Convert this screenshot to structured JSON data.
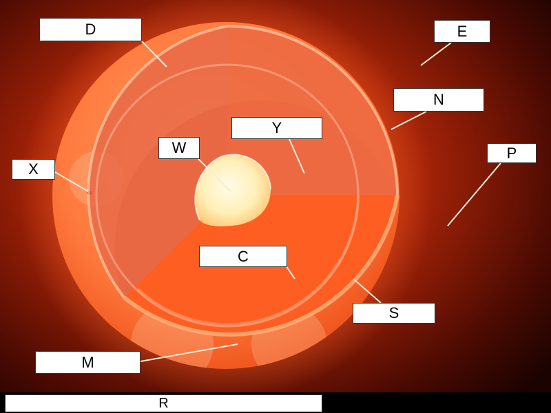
{
  "diagram": {
    "colors": {
      "background_dark": "#2a0500",
      "background_glow": "#c02a08",
      "photosphere": "#ff7a3a",
      "outer_layer": "#ec5d32",
      "inner_layer": "#e8643e",
      "core": "#fff6c8",
      "leader_line": "#f7ecdc",
      "label_background": "#ffffff"
    },
    "labels": {
      "D": "D",
      "E": "E",
      "N": "N",
      "Y": "Y",
      "W": "W",
      "P": "P",
      "X": "X",
      "C": "C",
      "S": "S",
      "M": "M",
      "R": "R"
    }
  }
}
